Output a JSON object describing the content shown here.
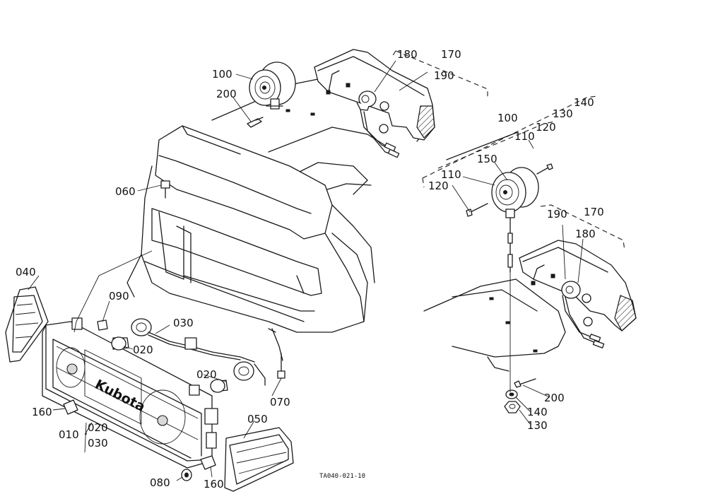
{
  "labels": {
    "p100a": "100",
    "p200a": "200",
    "p180a": "180",
    "p170a": "170",
    "p190a": "190",
    "p140a": "140",
    "p130a": "130",
    "p100b": "100",
    "p110a": "110",
    "p120a": "120",
    "p150": "150",
    "p110b": "110",
    "p120b": "120",
    "p060": "060",
    "p190b": "190",
    "p170b": "170",
    "p180b": "180",
    "p040": "040",
    "p090": "090",
    "p030a": "030",
    "p020a": "020",
    "p020b": "020",
    "p070": "070",
    "p050": "050",
    "p160a": "160",
    "p010": "010",
    "p020c": "020",
    "p030b": "030",
    "p080": "080",
    "p160b": "160",
    "p200b": "200",
    "p140b": "140",
    "p130b": "130"
  },
  "drawing_code": "TA040-021-10",
  "grille_brand": "Kubota",
  "colors": {
    "line": "#1a1a1a",
    "background": "#ffffff"
  }
}
